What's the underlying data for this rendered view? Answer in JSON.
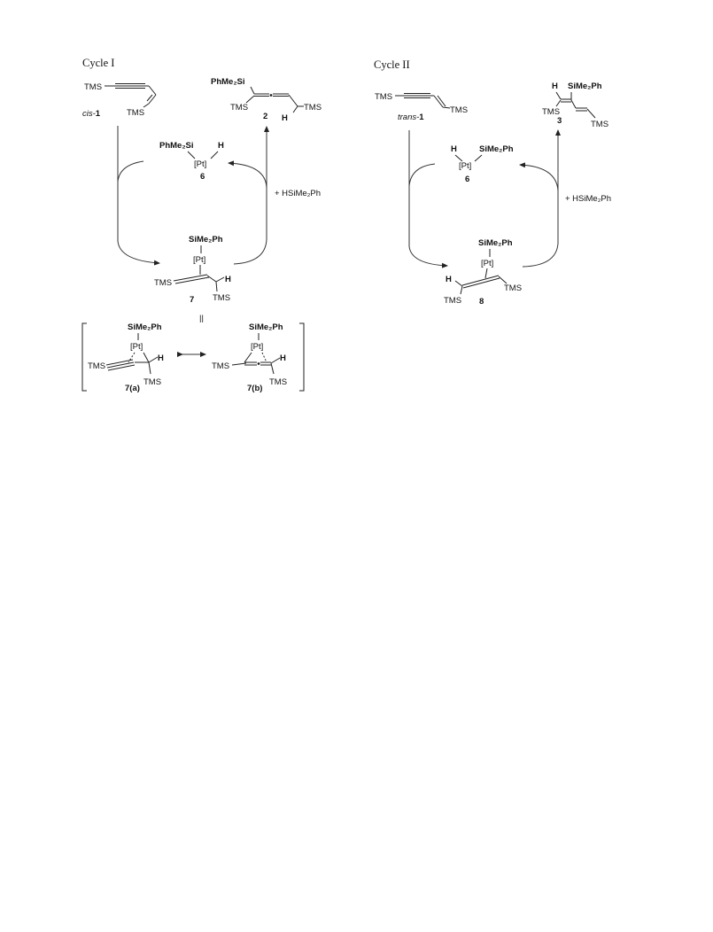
{
  "cycle1": {
    "title": "Cycle I",
    "reactant": {
      "tms_left": "TMS",
      "tms_bottom": "TMS",
      "label_prefix": "cis-",
      "label_number": "1"
    },
    "product": {
      "silyl": "PhMe₂Si",
      "tms_left": "TMS",
      "tms_right": "TMS",
      "h": "H",
      "number": "2"
    },
    "catalyst": {
      "silyl": "PhMe₂Si",
      "h": "H",
      "metal": "[Pt]",
      "number": "6"
    },
    "reagent": "+ HSiMe₂Ph",
    "intermediate": {
      "silyl": "SiMe₂Ph",
      "metal": "[Pt]",
      "tms_left": "TMS",
      "tms_right": "TMS",
      "h": "H",
      "number": "7"
    },
    "equals": "||",
    "resonance": [
      {
        "silyl": "SiMe₂Ph",
        "metal": "[Pt]",
        "tms_left": "TMS",
        "tms_right": "TMS",
        "h": "H",
        "label": "7(a)"
      },
      {
        "silyl": "SiMe₂Ph",
        "metal": "[Pt]",
        "tms_left": "TMS",
        "tms_right": "TMS",
        "h": "H",
        "label": "7(b)"
      }
    ]
  },
  "cycle2": {
    "title": "Cycle II",
    "reactant": {
      "tms_left": "TMS",
      "tms_right": "TMS",
      "label_prefix": "trans-",
      "label_number": "1"
    },
    "product": {
      "silyl": "SiMe₂Ph",
      "h": "H",
      "tms_left": "TMS",
      "tms_right": "TMS",
      "number": "3"
    },
    "catalyst": {
      "silyl": "SiMe₂Ph",
      "h": "H",
      "metal": "[Pt]",
      "number": "6"
    },
    "reagent": "+ HSiMe₂Ph",
    "intermediate": {
      "silyl": "SiMe₂Ph",
      "metal": "[Pt]",
      "h": "H",
      "tms_left": "TMS",
      "tms_right": "TMS",
      "number": "8"
    }
  }
}
